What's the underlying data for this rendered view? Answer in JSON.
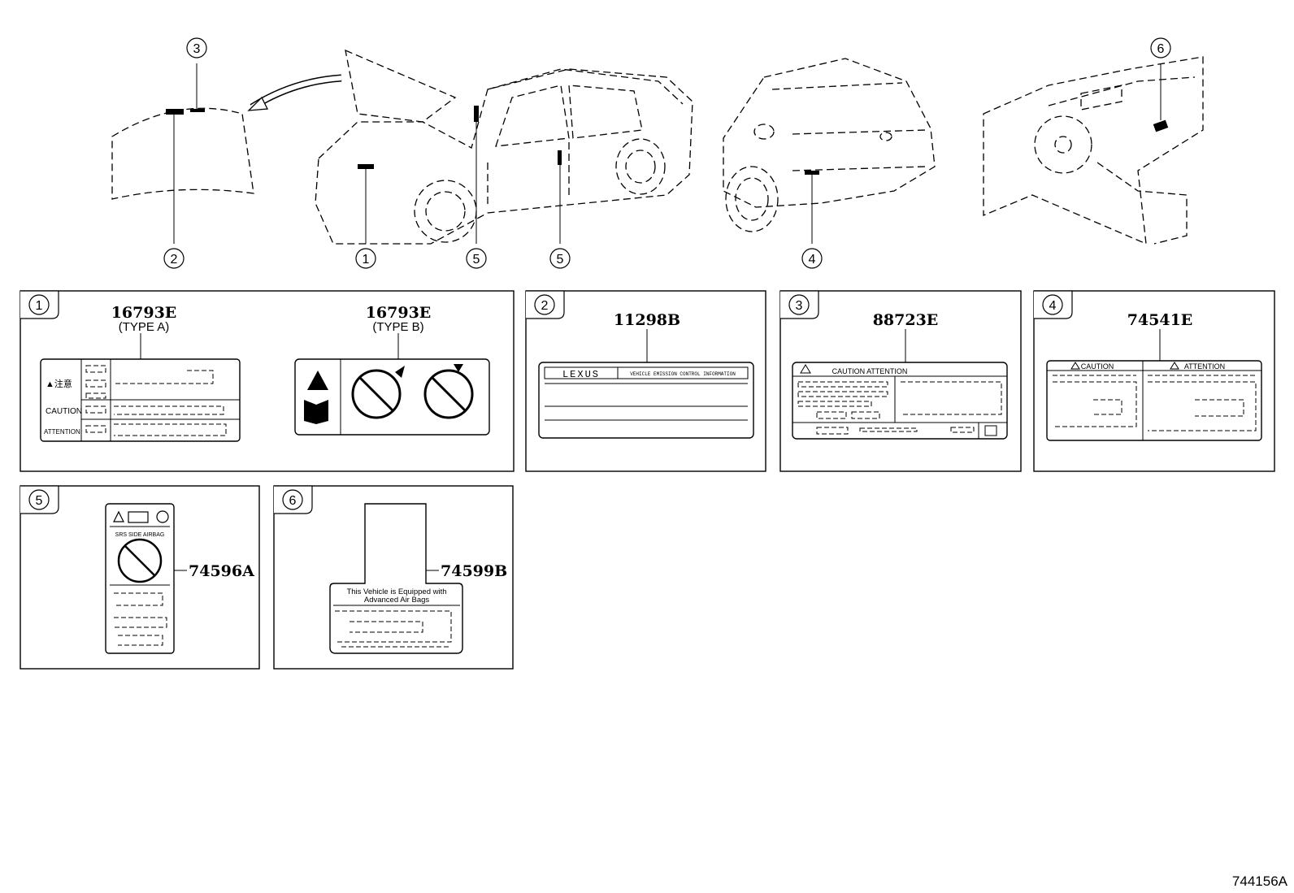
{
  "callouts": {
    "c1": "1",
    "c2": "2",
    "c3": "3",
    "c4": "4",
    "c5a": "5",
    "c5b": "5",
    "c6": "6"
  },
  "panels": {
    "p1": {
      "num": "1",
      "typeA": {
        "part": "16793E",
        "type": "(TYPE A)",
        "rows": [
          "▲注意",
          "CAUTION",
          "ATTENTION"
        ]
      },
      "typeB": {
        "part": "16793E",
        "type": "(TYPE B)"
      }
    },
    "p2": {
      "num": "2",
      "part": "11298B",
      "brand": "LEXUS",
      "header": "VEHICLE EMISSION CONTROL INFORMATION"
    },
    "p3": {
      "num": "3",
      "part": "88723E",
      "header": "CAUTION ATTENTION"
    },
    "p4": {
      "num": "4",
      "part": "74541E",
      "caution": "CAUTION",
      "attention": "ATTENTION"
    },
    "p5": {
      "num": "5",
      "part": "74596A",
      "airbag": "SRS SIDE AIRBAG"
    },
    "p6": {
      "num": "6",
      "part": "74599B",
      "line1": "This Vehicle is Equipped with",
      "line2": "Advanced Air Bags"
    }
  },
  "figure_id": "744156A"
}
